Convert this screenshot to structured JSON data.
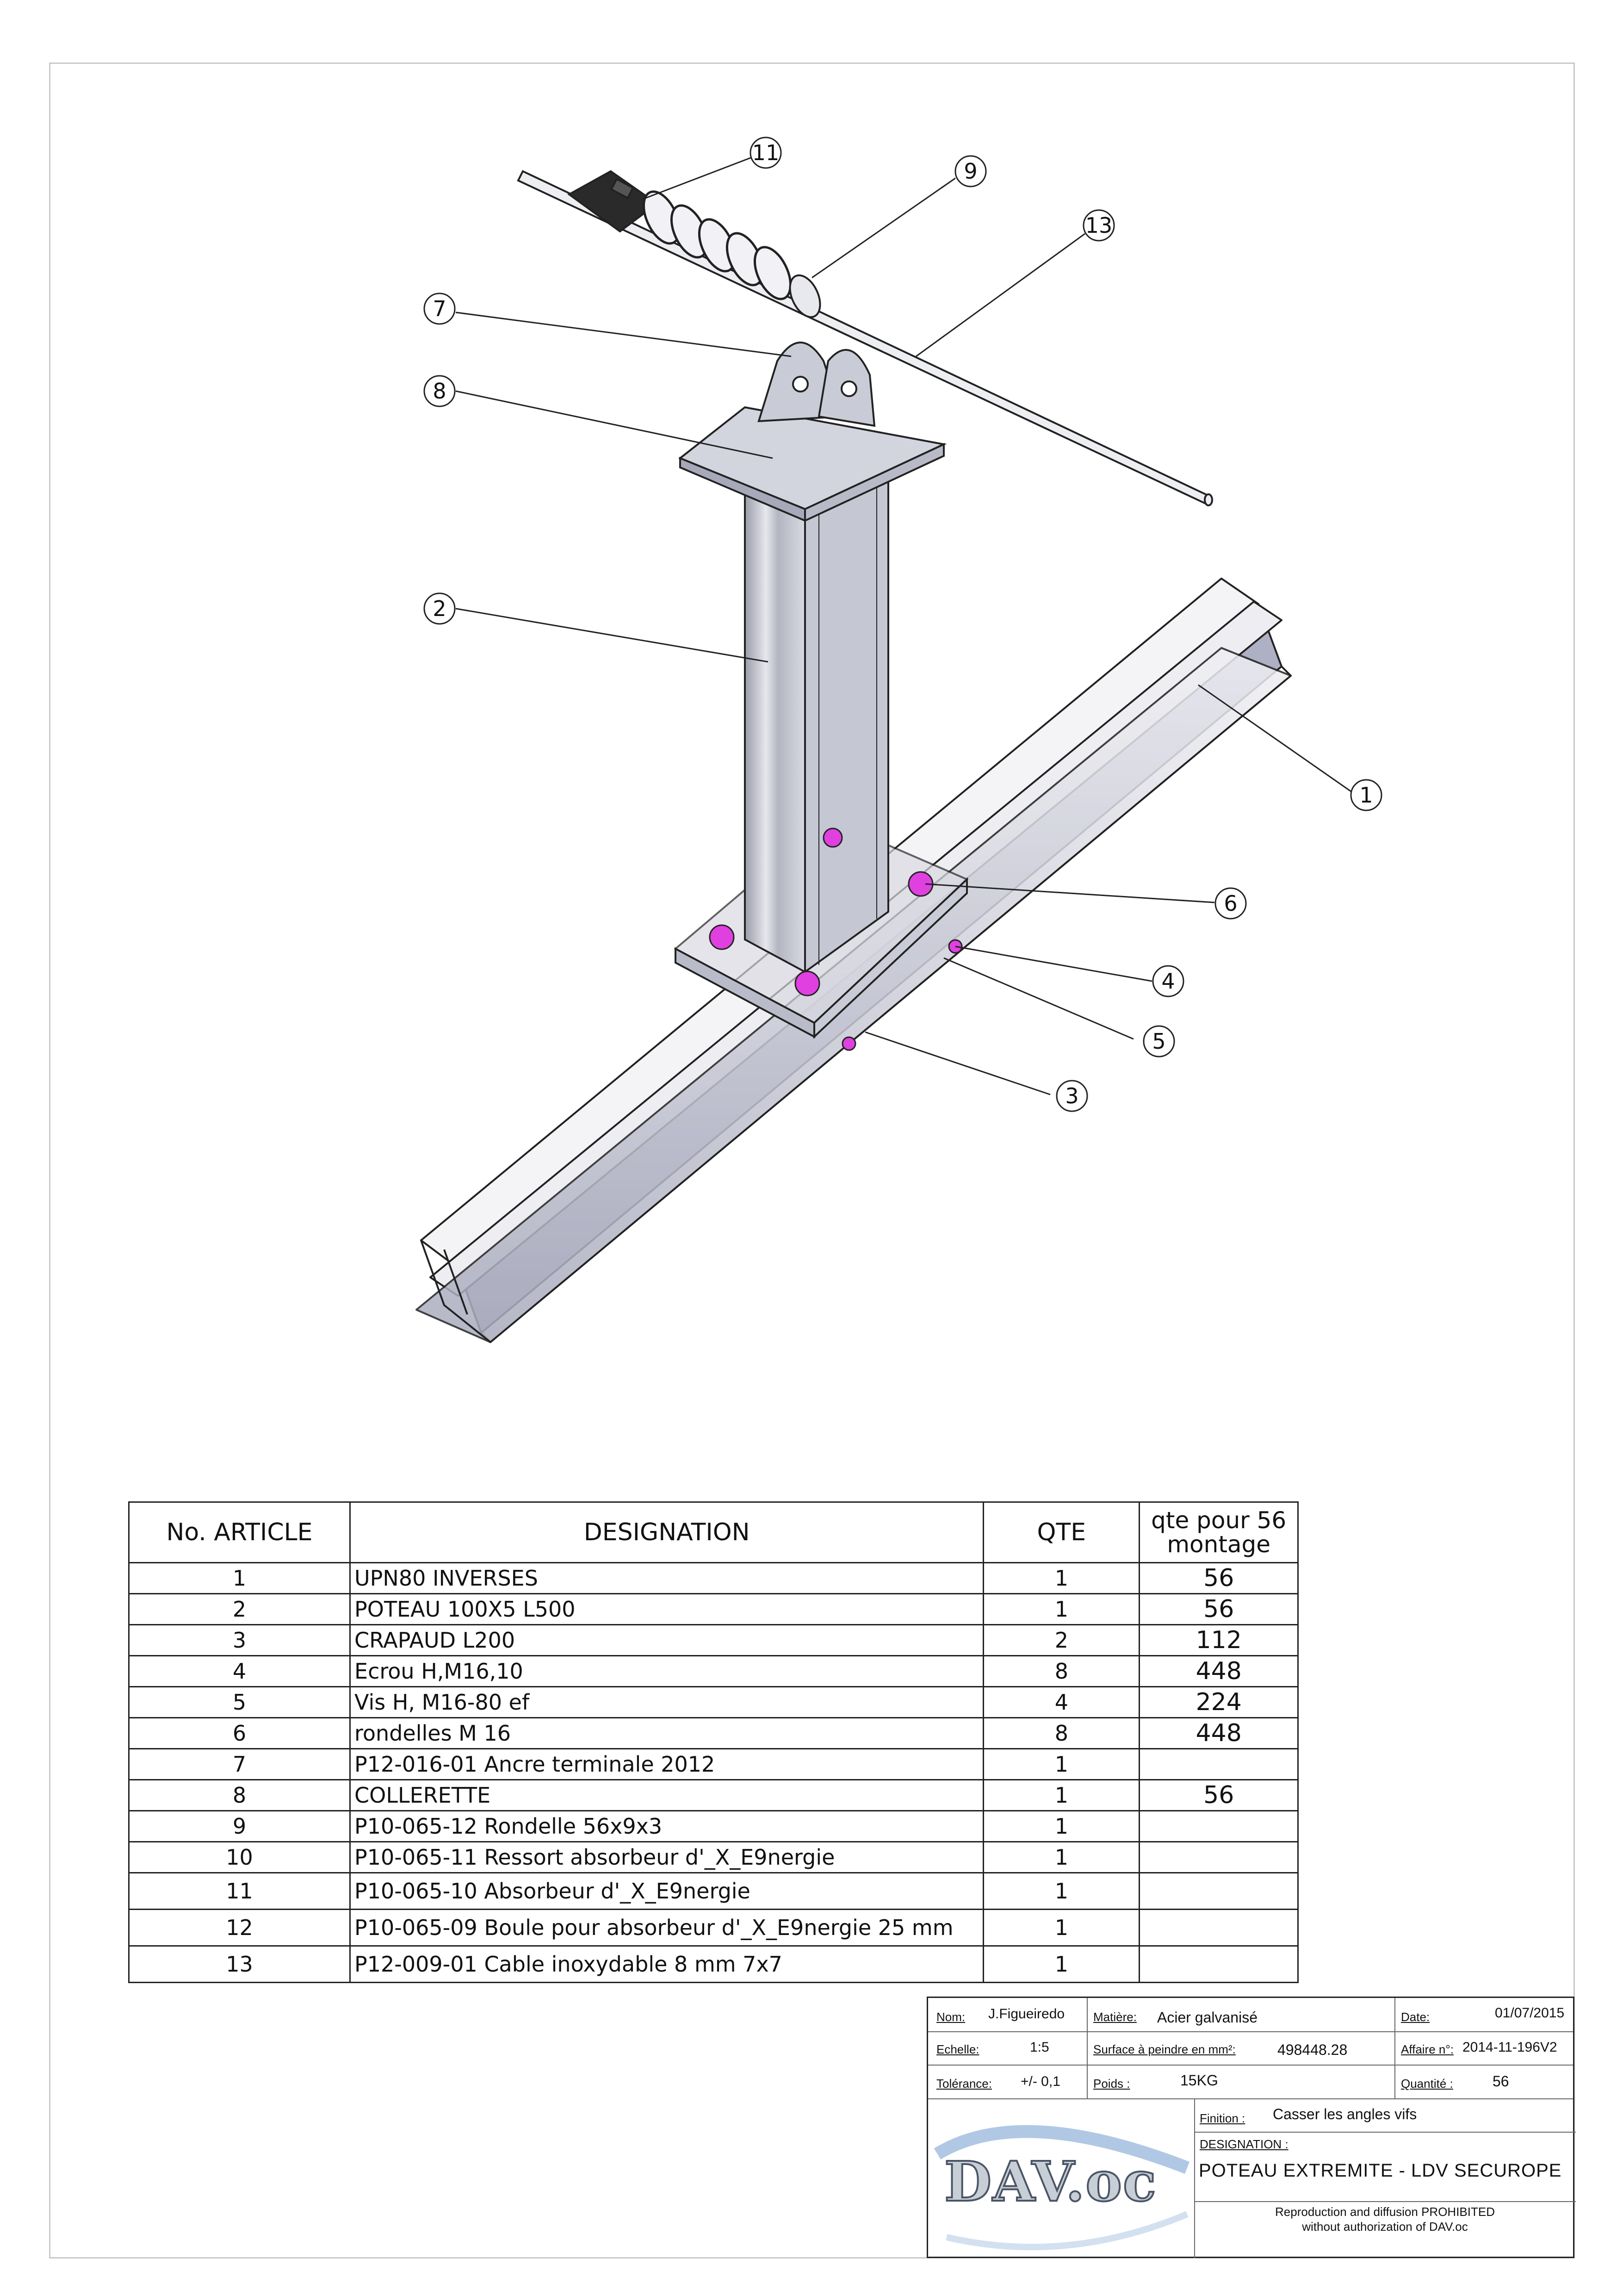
{
  "balloons": [
    "11",
    "9",
    "13",
    "7",
    "8",
    "2",
    "1",
    "6",
    "4",
    "5",
    "3"
  ],
  "bom": {
    "headers": {
      "no": "No. ARTICLE",
      "designation": "DESIGNATION",
      "qte": "QTE",
      "qte56_line1": "qte pour 56",
      "qte56_line2": "montage"
    },
    "rows": [
      {
        "no": "1",
        "designation": "UPN80 INVERSES",
        "qte": "1",
        "qte56": "56"
      },
      {
        "no": "2",
        "designation": "POTEAU 100X5 L500",
        "qte": "1",
        "qte56": "56"
      },
      {
        "no": "3",
        "designation": "CRAPAUD L200",
        "qte": "2",
        "qte56": "112"
      },
      {
        "no": "4",
        "designation": "Ecrou H,M16,10",
        "qte": "8",
        "qte56": "448"
      },
      {
        "no": "5",
        "designation": "Vis H, M16-80 ef",
        "qte": "4",
        "qte56": "224"
      },
      {
        "no": "6",
        "designation": "rondelles M 16",
        "qte": "8",
        "qte56": "448"
      },
      {
        "no": "7",
        "designation": "P12-016-01 Ancre terminale 2012",
        "qte": "1",
        "qte56": ""
      },
      {
        "no": "8",
        "designation": "COLLERETTE",
        "qte": "1",
        "qte56": "56"
      },
      {
        "no": "9",
        "designation": "P10-065-12 Rondelle 56x9x3",
        "qte": "1",
        "qte56": ""
      },
      {
        "no": "10",
        "designation": "P10-065-11 Ressort absorbeur d'_X_E9nergie",
        "qte": "1",
        "qte56": ""
      },
      {
        "no": "11",
        "designation": "P10-065-10 Absorbeur d'_X_E9nergie",
        "qte": "1",
        "qte56": ""
      },
      {
        "no": "12",
        "designation": "P10-065-09 Boule pour absorbeur d'_X_E9nergie 25 mm",
        "qte": "1",
        "qte56": ""
      },
      {
        "no": "13",
        "designation": "P12-009-01 Cable inoxydable 8 mm 7x7",
        "qte": "1",
        "qte56": ""
      }
    ]
  },
  "title_block": {
    "nom_label": "Nom:",
    "nom": "J.Figueiredo",
    "matiere_label": "Matière:",
    "matiere": "Acier galvanisé",
    "date_label": "Date:",
    "date": "01/07/2015",
    "echelle_label": "Echelle:",
    "echelle": "1:5",
    "surface_label": "Surface à peindre en mm²:",
    "surface": "498448.28",
    "affaire_label": "Affaire n°:",
    "affaire": "2014-11-196V2",
    "tolerance_label": "Tolérance:",
    "tolerance": "+/- 0,1",
    "poids_label": "Poids :",
    "poids": "15KG",
    "quantite_label": "Quantité :",
    "quantite": "56",
    "finition_label": "Finition :",
    "finition": "Casser les angles vifs",
    "designation_label": "DESIGNATION :",
    "designation": "POTEAU EXTREMITE - LDV SECUROPE",
    "repro_line1": "Reproduction and diffusion PROHIBITED",
    "repro_line2": "without authorization of DAV.oc",
    "logo": "DAV.oc"
  },
  "colors": {
    "bolt": "#e040e0",
    "steel": "#c8cad6",
    "line": "#222222"
  }
}
